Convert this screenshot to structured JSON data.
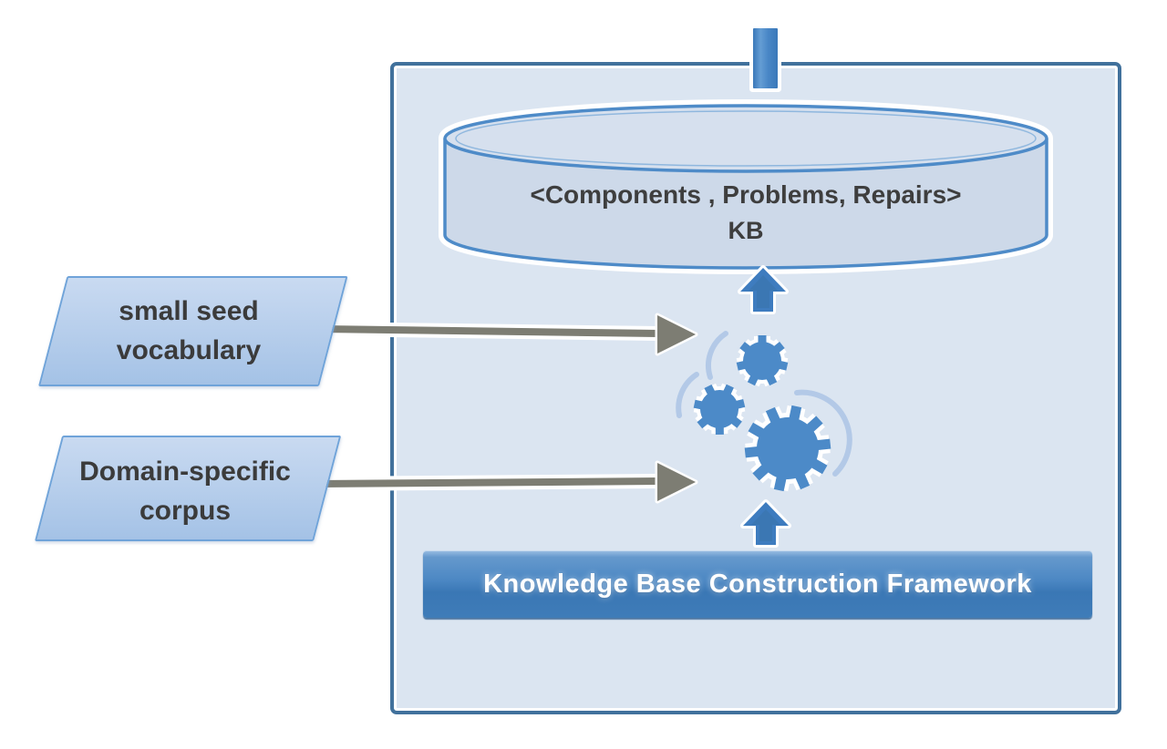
{
  "diagram": {
    "title_hint": "Knowledge Base Construction Framework diagram",
    "kb_store": {
      "title": "<Components , Problems, Repairs>",
      "subtitle": "KB"
    },
    "framework_banner": {
      "label": "Knowledge Base Construction Framework"
    },
    "inputs": [
      {
        "id": "seed-vocabulary",
        "line1": "small seed",
        "line2": "vocabulary"
      },
      {
        "id": "domain-corpus",
        "line1": "Domain-specific",
        "line2": "corpus"
      }
    ],
    "icons": {
      "database": "database-cylinder-icon",
      "process": "gears-icon",
      "flow_up": "up-arrow-icon",
      "flow_in": "input-arrow-icon",
      "output": "output-connector-bar"
    },
    "colors": {
      "boundary_border": "#41719c",
      "boundary_fill": "#dbe5f1",
      "cylinder_fill": "#cdd9e9",
      "cylinder_top_fill": "#d6e0ee",
      "cylinder_stroke": "#4e8bc8",
      "gear_blue": "#4c8ac8",
      "arc_blue": "#b3c9e7",
      "banner_top": "#6599cd",
      "banner_bottom": "#3a77b5",
      "banner_text": "#ffffff",
      "parallelogram_fill_top": "#c9daf1",
      "parallelogram_fill_bottom": "#a4c2e6",
      "parallelogram_border": "#6fa3d9",
      "arrow_gray": "#7d7d73",
      "text_dark": "#3b3b3b",
      "background": "#ffffff"
    }
  }
}
